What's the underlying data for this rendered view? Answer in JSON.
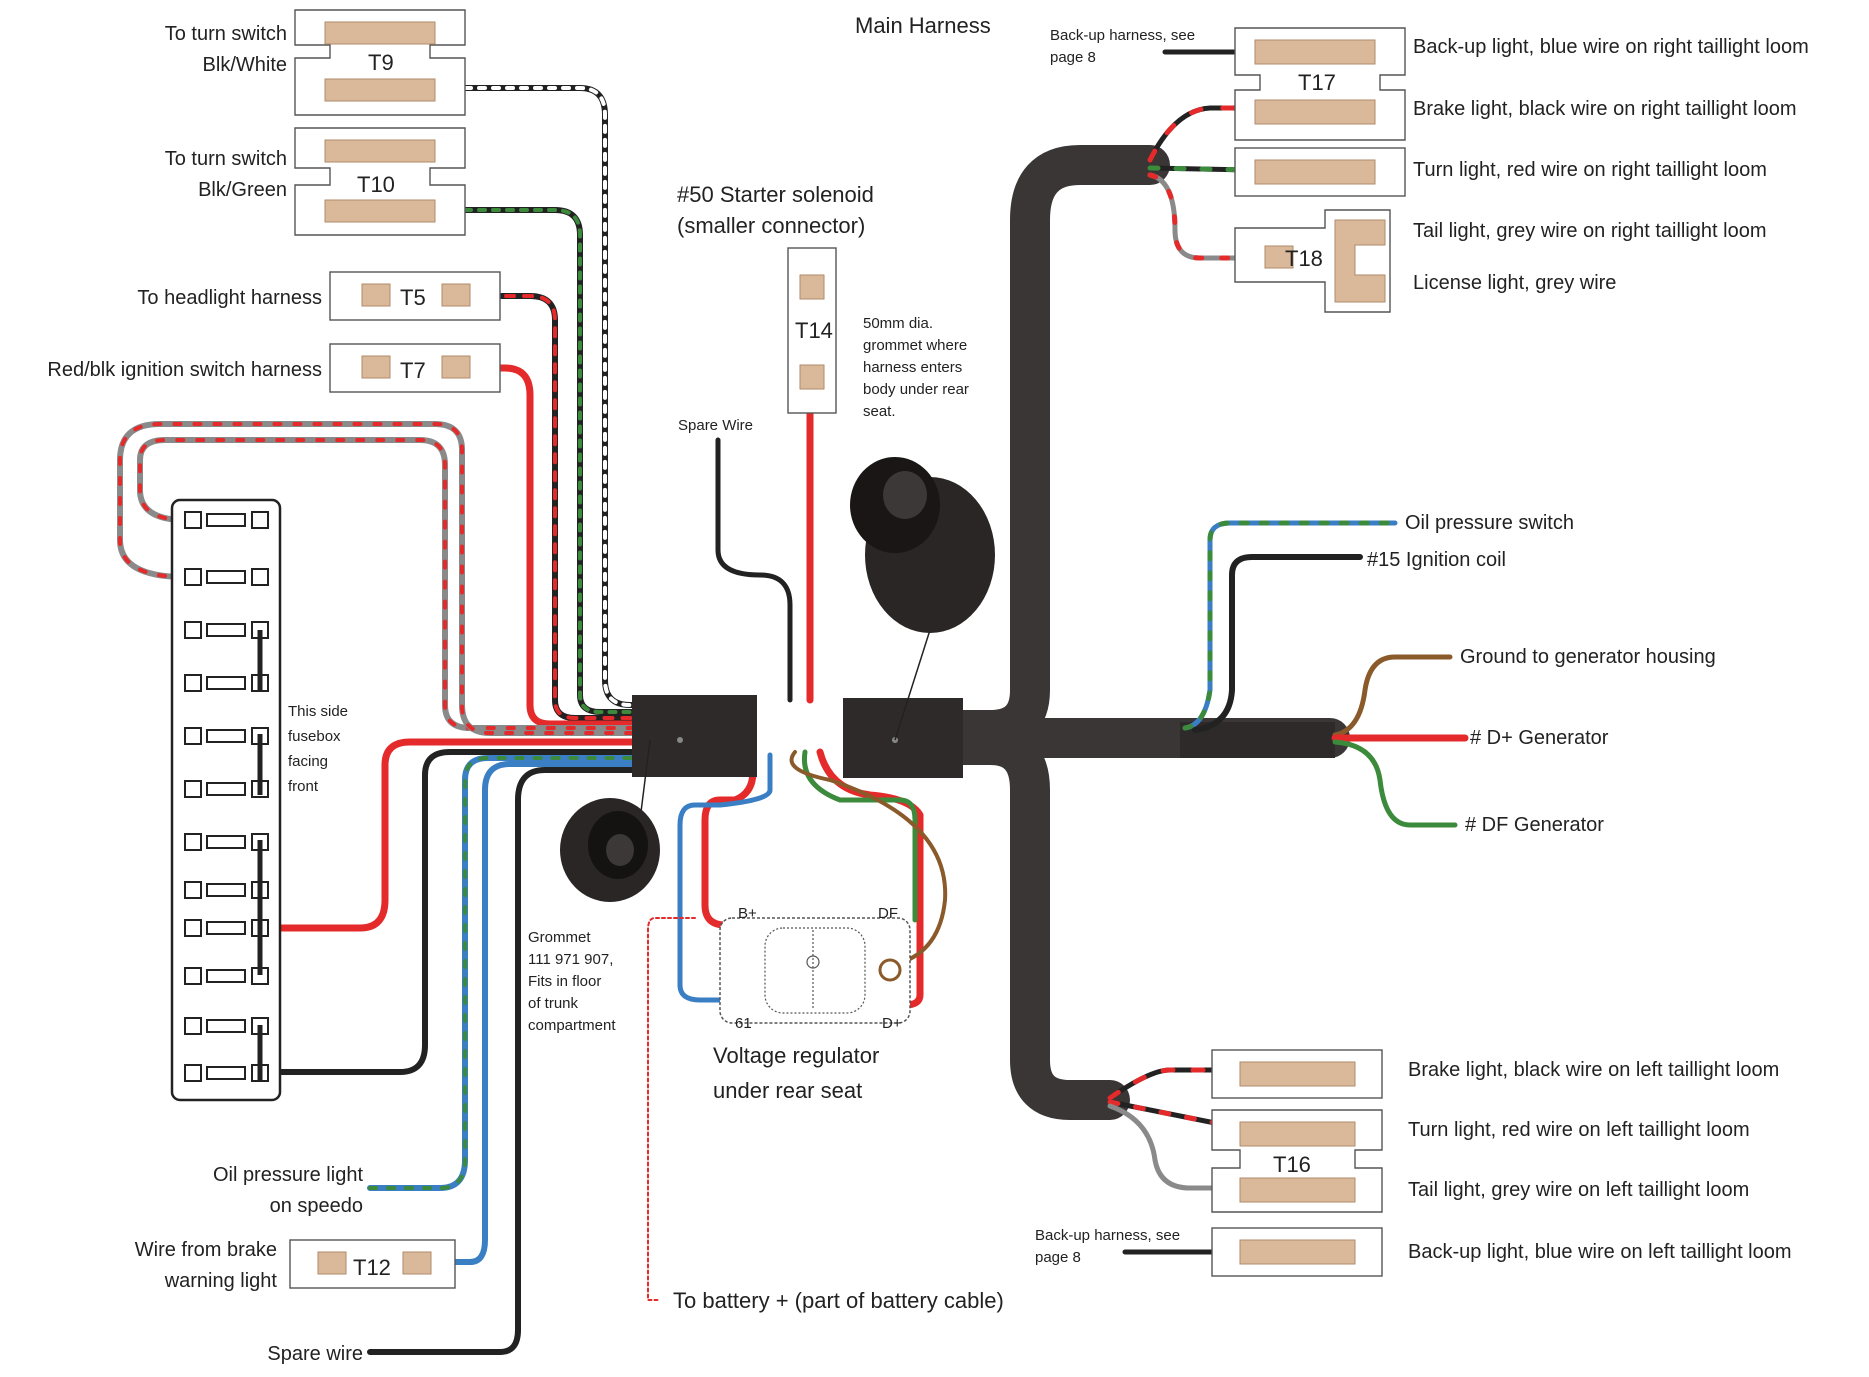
{
  "title": "Main Harness",
  "connectors": {
    "t9": {
      "id": "T9",
      "label": [
        "To turn switch",
        "Blk/White"
      ]
    },
    "t10": {
      "id": "T10",
      "label": [
        "To turn switch",
        "Blk/Green"
      ]
    },
    "t5": {
      "id": "T5",
      "label": "To headlight harness"
    },
    "t7": {
      "id": "T7",
      "label": "Red/blk ignition switch harness"
    },
    "t14": {
      "id": "T14",
      "label": [
        "#50 Starter solenoid",
        "(smaller connector)"
      ]
    },
    "t12": {
      "id": "T12",
      "label": [
        "Wire from brake",
        "warning light"
      ]
    },
    "t17": {
      "id": "T17"
    },
    "t18": {
      "id": "T18"
    },
    "t16": {
      "id": "T16"
    }
  },
  "right_rear": {
    "backup_harness": [
      "Back-up harness, see",
      "page 8"
    ],
    "items": [
      "Back-up light, blue wire on right taillight loom",
      "Brake light, black wire on right taillight loom",
      "Turn light, red wire on right taillight loom",
      "Tail light, grey wire on right taillight loom",
      "License light, grey wire"
    ]
  },
  "left_rear": {
    "backup_harness": [
      "Back-up harness, see",
      "page 8"
    ],
    "items": [
      "Brake light, black wire on left taillight loom",
      "Turn light, red wire on left taillight loom",
      "Tail light, grey wire on left taillight loom",
      "Back-up light, blue wire on left taillight loom"
    ]
  },
  "engine": {
    "items": [
      "Oil pressure switch",
      "#15 Ignition coil",
      "Ground to generator housing",
      "# D+ Generator",
      "# DF Generator"
    ]
  },
  "grommet_50": [
    "50mm dia.",
    "grommet where",
    "harness enters",
    "body under rear",
    "seat."
  ],
  "grommet_trunk": [
    "Grommet",
    "111 971 907,",
    "Fits in floor",
    "of trunk",
    "compartment"
  ],
  "spare_wire_top": "Spare Wire",
  "fusebox_note": [
    "This side",
    "fusebox",
    "facing",
    "front"
  ],
  "oil_light": [
    "Oil pressure light",
    "on speedo"
  ],
  "spare_wire_bottom": "Spare wire",
  "regulator": {
    "label": [
      "Voltage regulator",
      "under rear seat"
    ],
    "terminals": {
      "bplus": "B+",
      "df": "DF",
      "sixty_one": "61",
      "dplus": "D+"
    }
  },
  "battery": "To battery + (part of battery cable)",
  "colors": {
    "harness": "#3a3636",
    "red": "#e42a2a",
    "blue": "#3a7fc4",
    "green": "#3c8a3c",
    "brown": "#8a5a2a",
    "grey": "#8a8a8a",
    "black": "#222222",
    "tab": "#d9b99a"
  }
}
